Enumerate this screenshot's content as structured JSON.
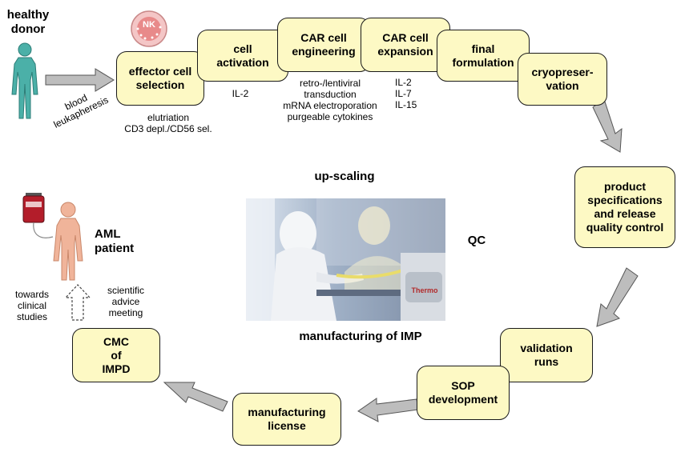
{
  "donor": {
    "label": "healthy\ndonor"
  },
  "blood_label": "blood\nleukapheresis",
  "nk_label": "NK",
  "steps": {
    "effector": "effector cell\nselection",
    "activation": "cell\nactivation",
    "engineering": "CAR cell\nengineering",
    "expansion": "CAR cell\nexpansion",
    "formulation": "final\nformulation",
    "cryo": "cryopreser-\nvation",
    "product_spec": "product\nspecifications\nand release\nquality control",
    "validation": "validation\nruns",
    "sop": "SOP\ndevelopment",
    "license": "manufacturing\nlicense",
    "cmc": "CMC\nof\nIMPD"
  },
  "notes": {
    "effector": "elutriation\nCD3 depl./CD56 sel.",
    "activation": "IL-2",
    "engineering": "retro-/lentiviral\ntransduction\nmRNA electroporation\npurgeable cytokines",
    "expansion": "IL-2\nIL-7\nIL-15"
  },
  "center": {
    "upscaling": "up-scaling",
    "qc": "QC",
    "manufacturing": "manufacturing of IMP",
    "photo_brand": "Thermo"
  },
  "patient": {
    "label": "AML\npatient",
    "towards": "towards\nclinical\nstudies",
    "advice": "scientific\nadvice\nmeeting"
  },
  "colors": {
    "box_fill": "#fdf9c4",
    "arrow_fill": "#bdbdbd",
    "figure": "#4bb0a8",
    "patient": "#f0b49a",
    "nk_cell": "#e88a8a"
  }
}
